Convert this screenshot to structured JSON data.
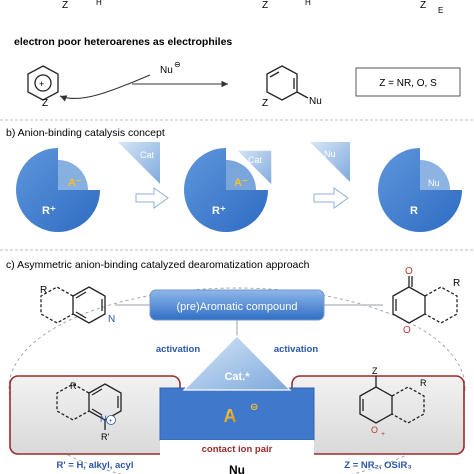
{
  "top_cut": {
    "left_glyphs": "Z",
    "left_sub": "H",
    "mid_glyphs": "Z",
    "mid_sub": "H",
    "right_glyphs": "Z",
    "right_sub": "E"
  },
  "section_a": {
    "title": "electron poor heteroarenes as electrophiles",
    "nucleophile": "Nu",
    "nucleophile_charge": "⊖",
    "ring_charge": "+",
    "ring_heteroatom": "Z",
    "product_heteroatom": "Z",
    "product_substituent": "Nu",
    "definition_box": "Z = NR, O, S"
  },
  "section_b": {
    "title": "b) Anion-binding catalysis concept",
    "cation": "R⁺",
    "anion": "A⁻",
    "catalyst": "Cat",
    "cation_2": "R⁺",
    "anion_2": "A⁻",
    "catalyst_2": "Cat",
    "nucleophile": "Nu",
    "product_r": "R",
    "product_nu": "Nu"
  },
  "section_c": {
    "title": "c) Asymmetric anion-binding catalyzed dearomatization approach",
    "central_box": "(pre)Aromatic compound",
    "activation_left": "activation",
    "activation_right": "activation",
    "catalyst": "Cat.*",
    "anion": "A",
    "anion_charge": "⊖",
    "contact_ion_pair": "contact ion pair",
    "left_R": "R",
    "left_N": "N",
    "right_O": "O",
    "right_R": "R",
    "left_cation_R": "R",
    "left_cation_N": "N",
    "left_cation_Rp": "R'",
    "left_cation_charge": "+",
    "left_definition": "R' = H, alkyl, acyl",
    "right_cation_Z": "Z",
    "right_cation_O": "O",
    "right_cation_R": "R",
    "right_cation_charge": "+",
    "right_definition": "Z = NR₂, OSiR₃",
    "bottom_nu": "Nu"
  },
  "colors": {
    "blue_dark": "#3a7bd0",
    "blue_light": "#a9c8ea",
    "blue_text": "#2a57a8",
    "red_border": "#9b2a2a",
    "grey_box": "#e8e8e8",
    "grey_line": "#9aa0a8"
  }
}
